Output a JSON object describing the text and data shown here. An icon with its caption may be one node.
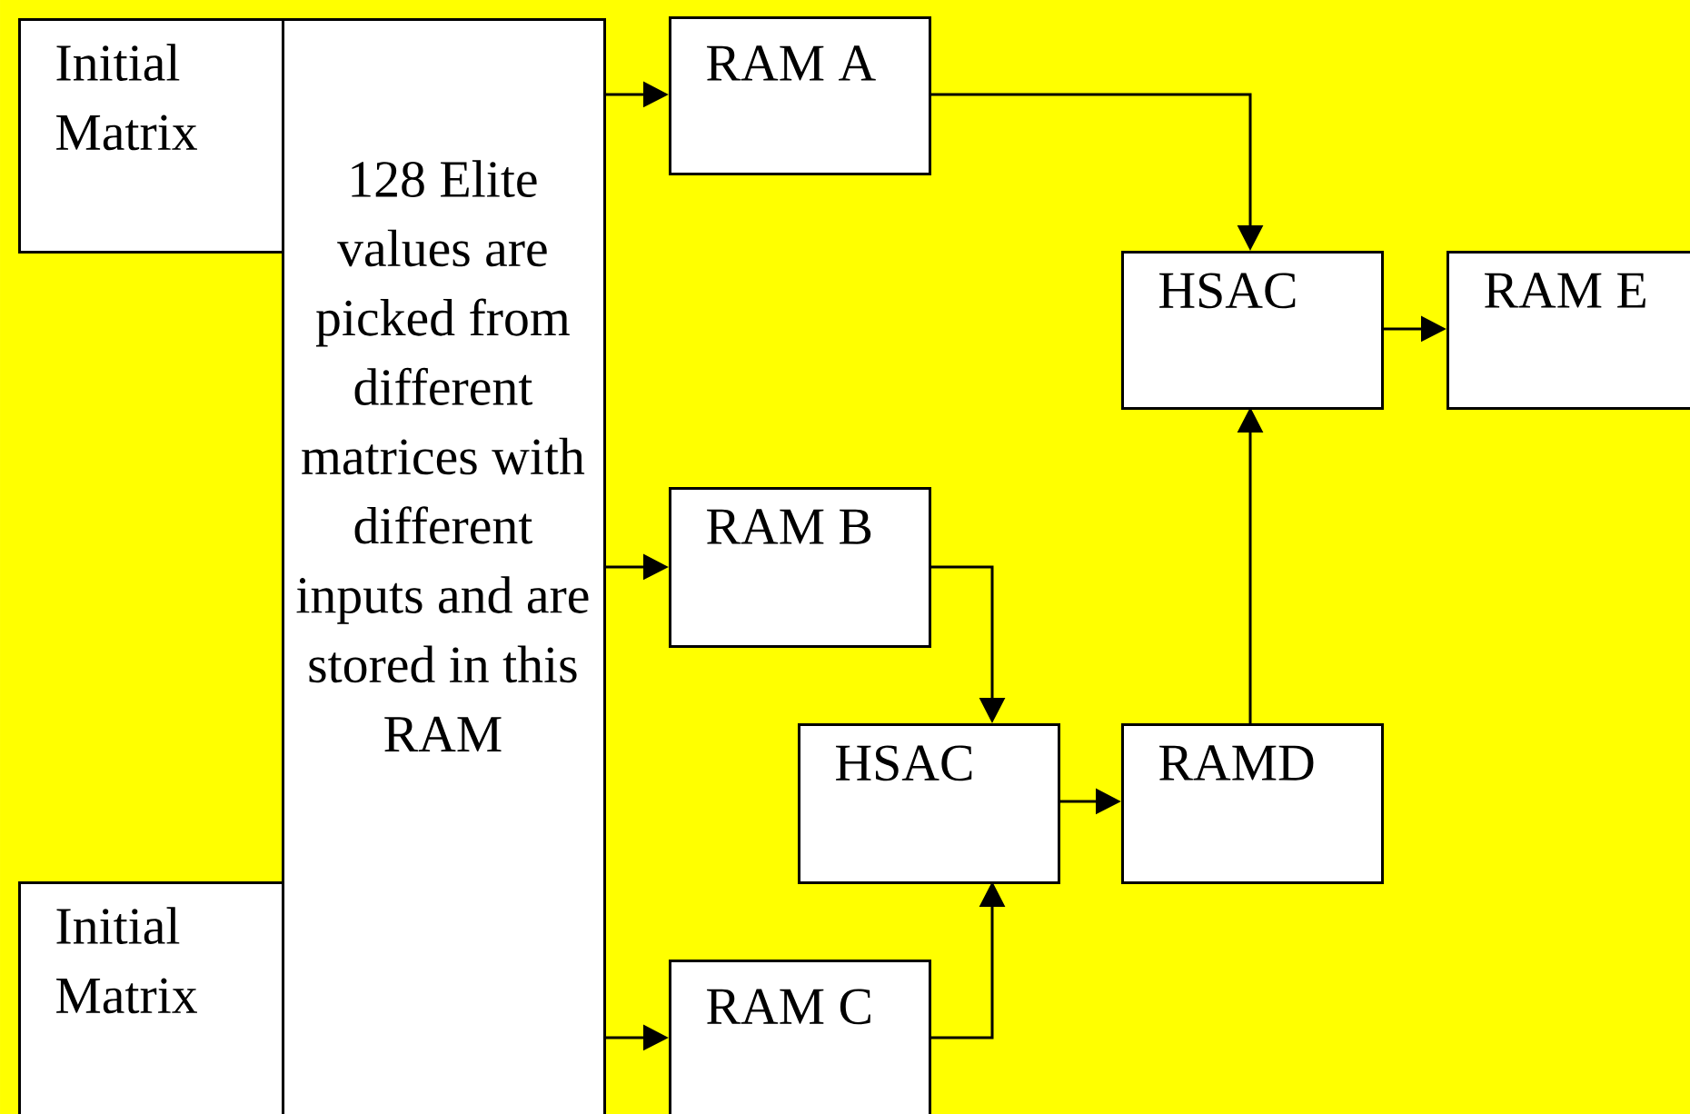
{
  "diagram": {
    "nodes": [
      {
        "text": [
          "Initial Matrix"
        ]
      },
      {
        "text": [
          "128 Elite values are picked from different matrices with different inputs and are stored in this RAM"
        ]
      },
      {
        "text": [
          "RAM A"
        ]
      },
      {
        "text": [
          "HSAC"
        ]
      },
      {
        "text": [
          "RAM E"
        ]
      },
      {
        "text": [
          "RAM B"
        ]
      },
      {
        "text": [
          "HSAC"
        ]
      },
      {
        "text": [
          "RAMD"
        ]
      },
      {
        "text": [
          "Initial Matrix"
        ]
      },
      {
        "text": [
          "RAM C"
        ]
      }
    ],
    "edges": [
      {
        "from": 1,
        "to": 2,
        "arrow": "to"
      },
      {
        "from": 1,
        "to": 5,
        "arrow": "to"
      },
      {
        "from": 1,
        "to": 9,
        "arrow": "to"
      },
      {
        "from": 2,
        "to": 3,
        "arrow": "to"
      },
      {
        "from": 3,
        "to": 4,
        "arrow": "to"
      },
      {
        "from": 5,
        "to": 6,
        "arrow": "to"
      },
      {
        "from": 9,
        "to": 6,
        "arrow": "to"
      },
      {
        "from": 6,
        "to": 7,
        "arrow": "to"
      },
      {
        "from": 7,
        "to": 3,
        "arrow": "to"
      }
    ]
  }
}
